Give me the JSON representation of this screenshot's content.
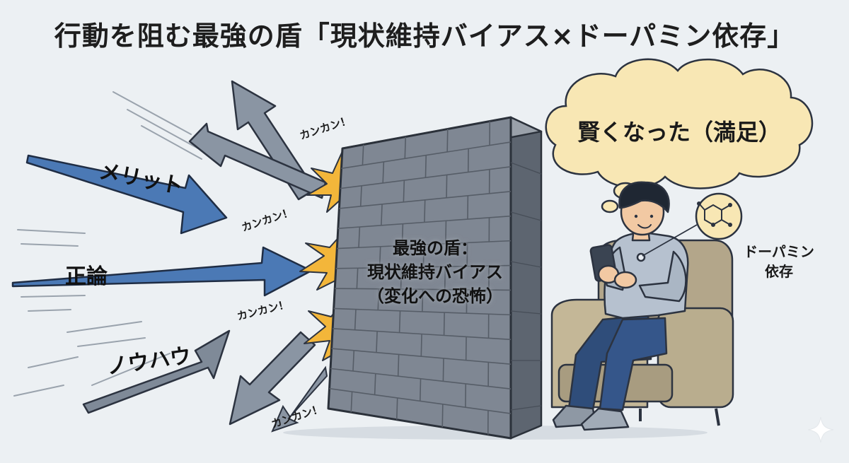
{
  "title": "行動を阻む最強の盾「現状維持バイアス×ドーパミン依存」",
  "arrows": [
    {
      "label": "メリット"
    },
    {
      "label": "正論"
    },
    {
      "label": "ノウハウ"
    }
  ],
  "impact_text": [
    "カンカン！",
    "カンカン！",
    "カンカン！",
    "カンカン！"
  ],
  "wall": {
    "line1": "最強の盾：",
    "line2": "現状維持バイアス",
    "line3": "（変化への恐怖）"
  },
  "thought": "賢くなった（満足）",
  "dopamine": {
    "line1": "ドーパミン",
    "line2": "依存"
  },
  "icons": [
    "sparkle-icon",
    "molecule-icon"
  ],
  "colors": {
    "background": "#ecf0f3",
    "arrow_blue": "#4b79b5",
    "arrow_gray": "#8a95a3",
    "wall": "#7f8793",
    "burst": "#f3b63a",
    "thought_bubble": "#f8e7b4"
  }
}
